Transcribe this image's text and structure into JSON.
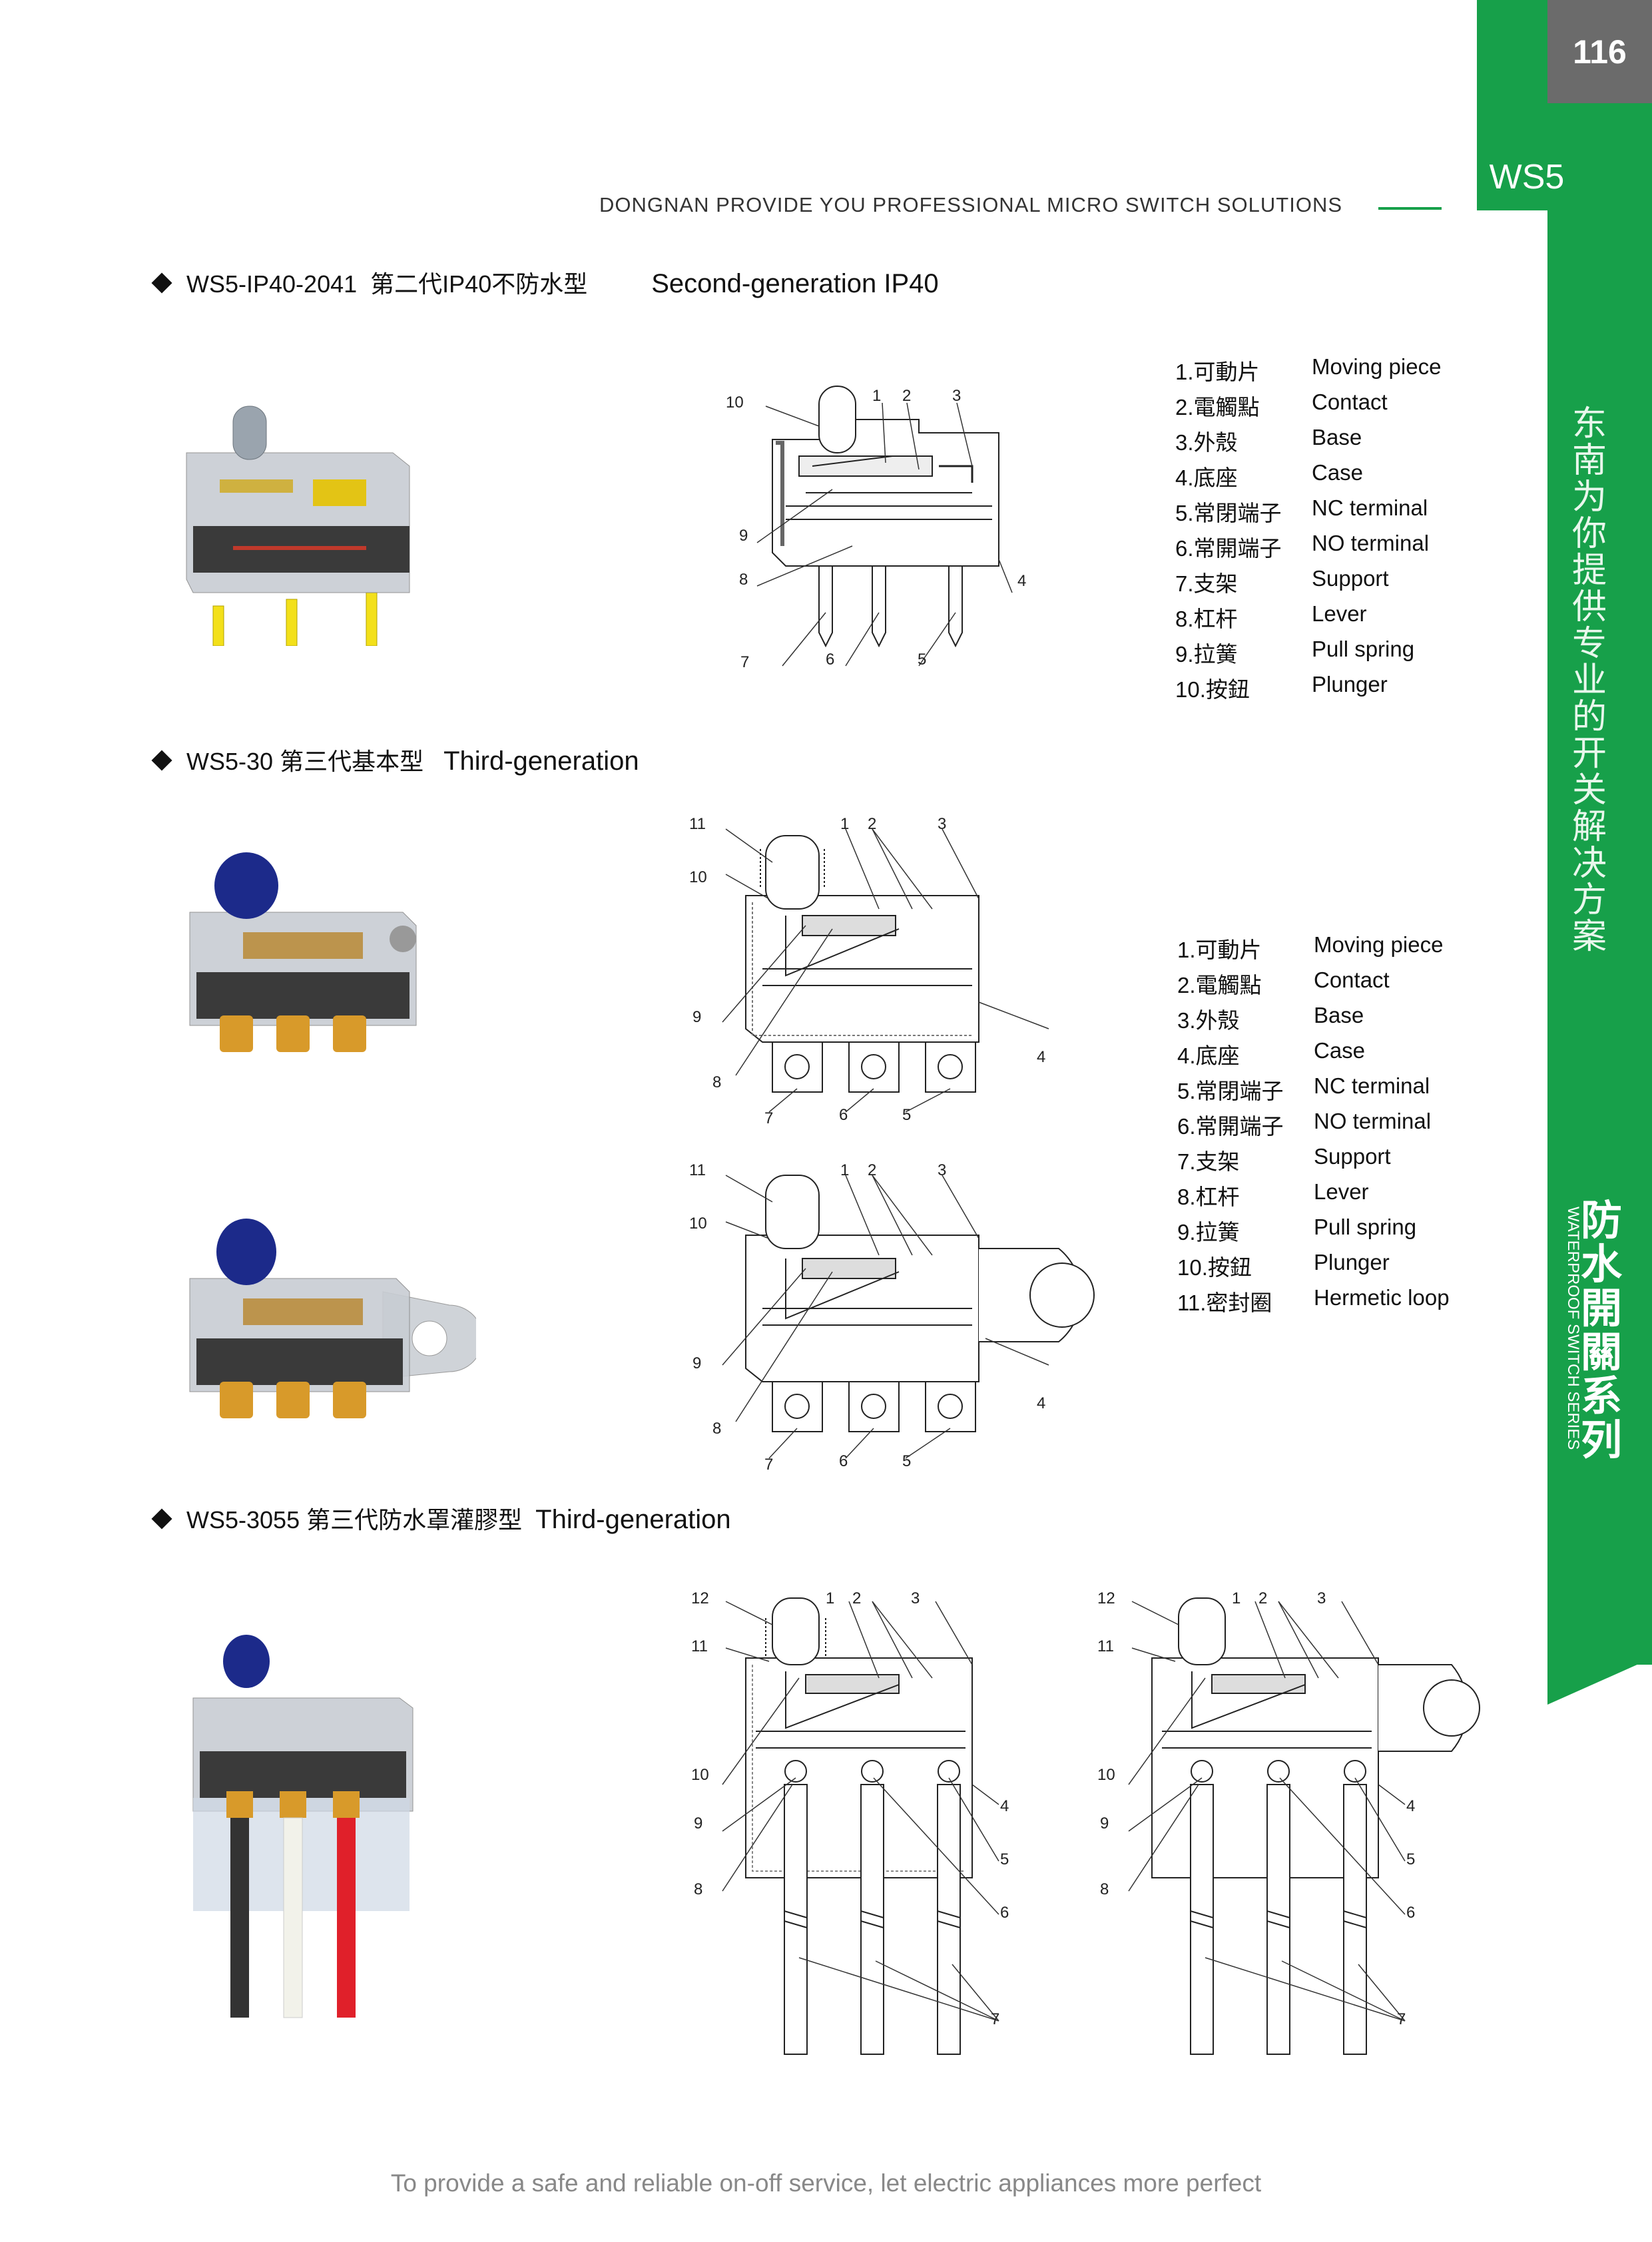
{
  "page_number": "116",
  "model_tag": "WS5",
  "header_text": "DONGNAN PROVIDE YOU PROFESSIONAL MICRO SWITCH SOLUTIONS",
  "side_slogan": "东南为你提供专业的开关解决方案",
  "series_cn": "防水開關系列",
  "series_en": "WATERPROOF SWITCH SERIES",
  "footer": "To provide a safe and reliable on-off service, let electric appliances more perfect",
  "sections": [
    {
      "code": "WS5-IP40-2041",
      "cn": "第二代IP40不防水型",
      "en": "Second-generation IP40"
    },
    {
      "code": "WS5-30",
      "cn": "第三代基本型",
      "en": "Third-generation"
    },
    {
      "code": "WS5-3055",
      "cn": "第三代防水罩灌膠型",
      "en": "Third-generation"
    }
  ],
  "legend_a": [
    {
      "cn": "1.可動片",
      "en": "Moving piece"
    },
    {
      "cn": "2.電觸點",
      "en": "Contact"
    },
    {
      "cn": "3.外殼",
      "en": "Base"
    },
    {
      "cn": "4.底座",
      "en": "Case"
    },
    {
      "cn": "5.常閉端子",
      "en": "NC terminal"
    },
    {
      "cn": "6.常開端子",
      "en": "NO terminal"
    },
    {
      "cn": "7.支架",
      "en": "Support"
    },
    {
      "cn": "8.杠杆",
      "en": "Lever"
    },
    {
      "cn": "9.拉簧",
      "en": "Pull spring"
    },
    {
      "cn": "10.按鈕",
      "en": "Plunger"
    }
  ],
  "legend_b": [
    {
      "cn": "1.可動片",
      "en": "Moving piece"
    },
    {
      "cn": "2.電觸點",
      "en": "Contact"
    },
    {
      "cn": "3.外殼",
      "en": "Base"
    },
    {
      "cn": "4.底座",
      "en": "Case"
    },
    {
      "cn": "5.常閉端子",
      "en": "NC terminal"
    },
    {
      "cn": "6.常開端子",
      "en": "NO terminal"
    },
    {
      "cn": "7.支架",
      "en": "Support"
    },
    {
      "cn": "8.杠杆",
      "en": "Lever"
    },
    {
      "cn": "9.拉簧",
      "en": "Pull spring"
    },
    {
      "cn": "10.按鈕",
      "en": "Plunger"
    },
    {
      "cn": "11.密封圈",
      "en": "Hermetic loop"
    }
  ],
  "callouts": {
    "d1": [
      "10",
      "1",
      "2",
      "3",
      "9",
      "8",
      "4",
      "7",
      "6",
      "5"
    ],
    "d2": [
      "11",
      "1",
      "2",
      "3",
      "10",
      "9",
      "4",
      "8",
      "7",
      "6",
      "5"
    ],
    "d3": [
      "11",
      "1",
      "2",
      "3",
      "10",
      "9",
      "4",
      "8",
      "7",
      "6",
      "5"
    ],
    "d4": [
      "12",
      "1",
      "2",
      "3",
      "11",
      "10",
      "4",
      "9",
      "5",
      "8",
      "6",
      "7"
    ],
    "d5": [
      "12",
      "1",
      "2",
      "3",
      "11",
      "10",
      "4",
      "9",
      "5",
      "8",
      "6",
      "7"
    ]
  },
  "colors": {
    "brand_green": "#17a04a",
    "page_num_gray": "#6b6b6b",
    "terminal_gold": "#d89a2a",
    "terminal_yellow": "#f3e01a",
    "plunger_blue": "#1c2a8a",
    "wire_red": "#e0202a"
  }
}
